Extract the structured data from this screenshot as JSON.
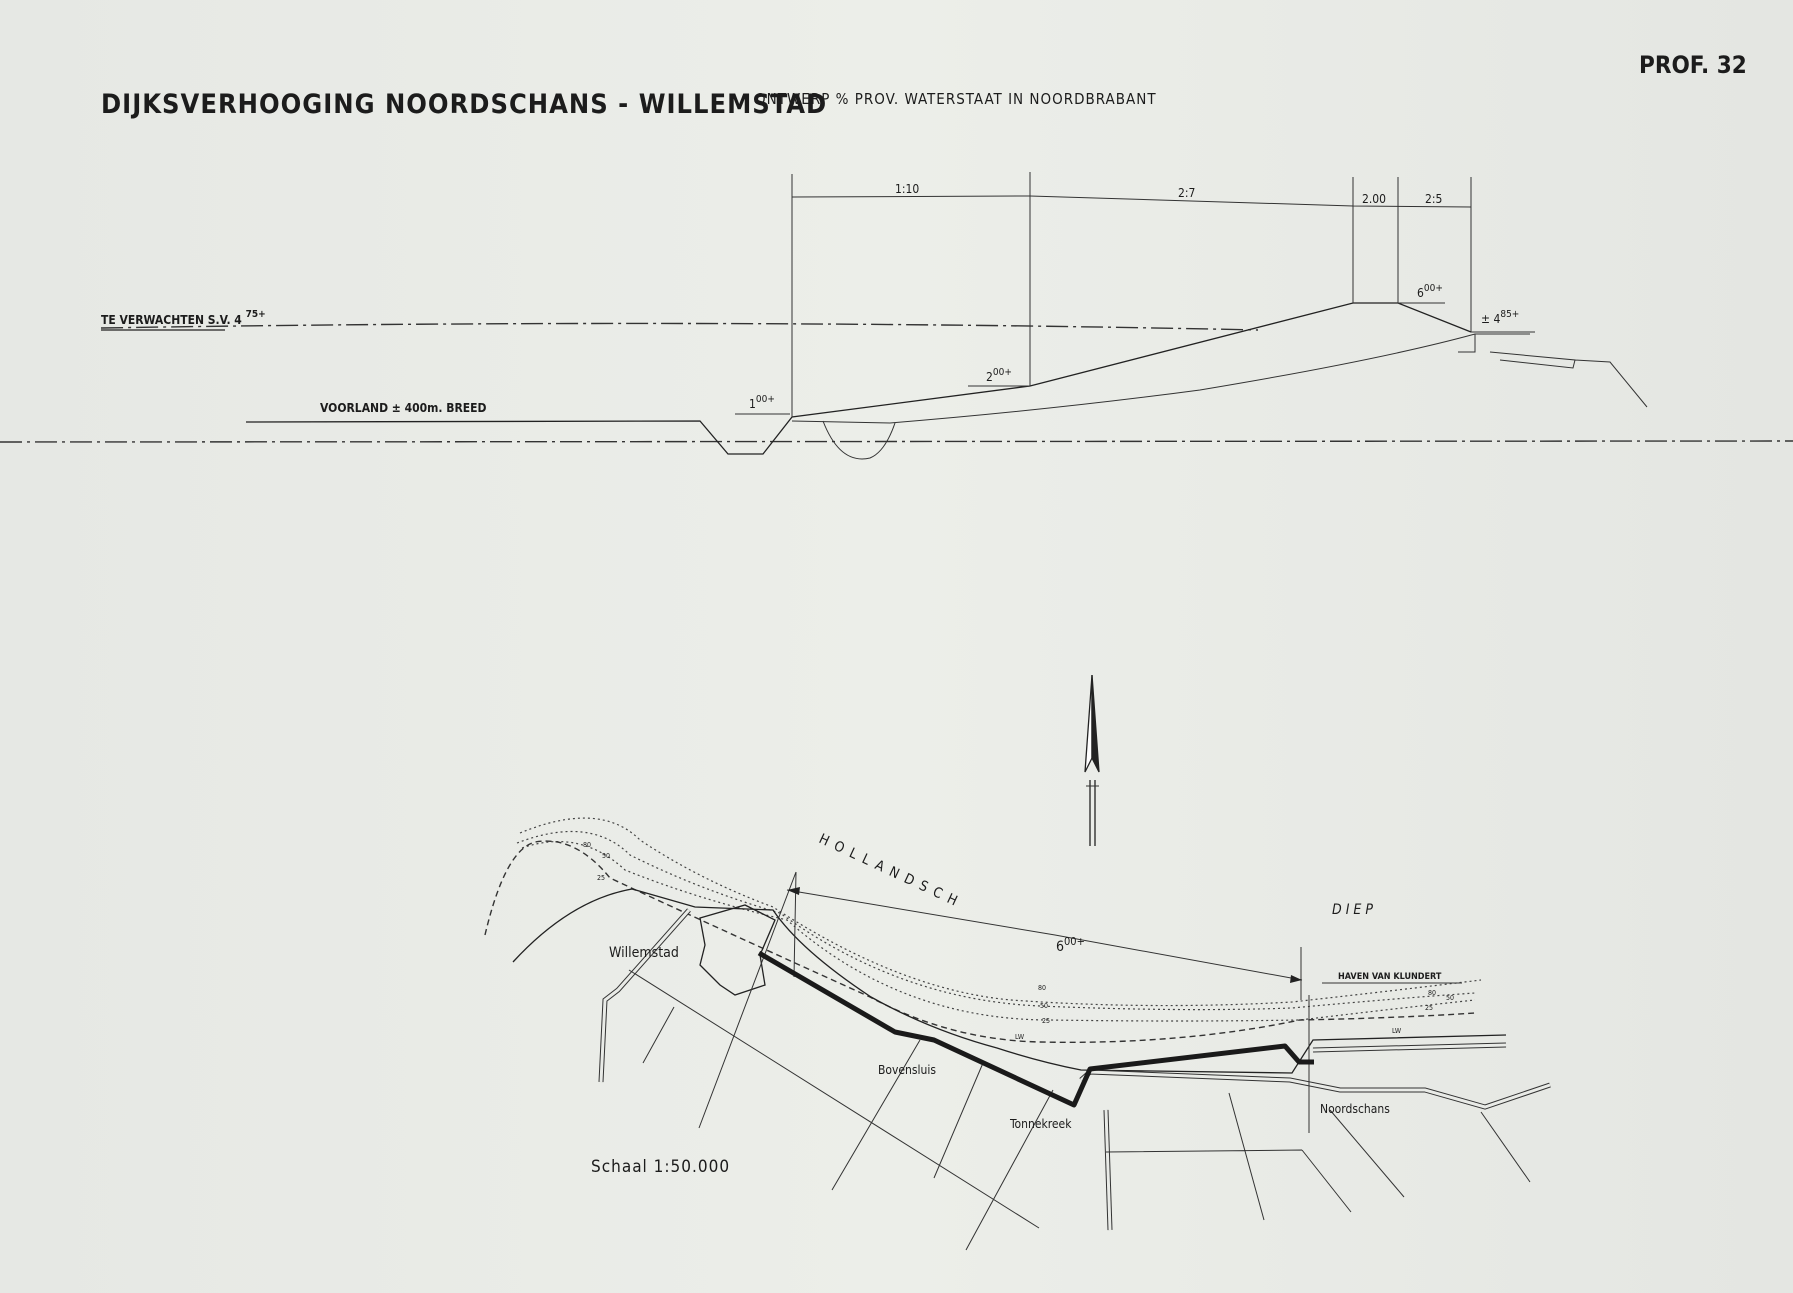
{
  "header": {
    "title": "DIJKSVERHOOGING NOORDSCHANS - WILLEMSTAD",
    "subtitle": "ONTWERP % PROV. WATERSTAAT IN NOORDBRABANT",
    "profile_number": "PROF. 32"
  },
  "profile": {
    "water_level_label": "TE VERWACHTEN S.V. 4",
    "water_level_sup": "75+",
    "foreland_label": "VOORLAND ± 400m. BREED",
    "dimensions": [
      "1:10",
      "2:7",
      "2.00",
      "2:5"
    ],
    "levels": [
      {
        "main": "1",
        "sup": "00+"
      },
      {
        "main": "2",
        "sup": "00+"
      },
      {
        "main": "6",
        "sup": "00+"
      },
      {
        "main": "± 4",
        "sup": "85+"
      }
    ]
  },
  "map": {
    "water_name_1": "HOLLANDSCH",
    "water_name_2": "DIEP",
    "dike_height": {
      "main": "6",
      "sup": "00+"
    },
    "places": [
      "Willemstad",
      "Bovensluis",
      "Tonnekreek",
      "Noordschans",
      "HAVEN VAN KLUNDERT"
    ],
    "depth_labels": [
      "80",
      "50",
      "25",
      "LW",
      "80",
      "50",
      "25",
      "LW"
    ],
    "scale": "Schaal 1:50.000"
  }
}
